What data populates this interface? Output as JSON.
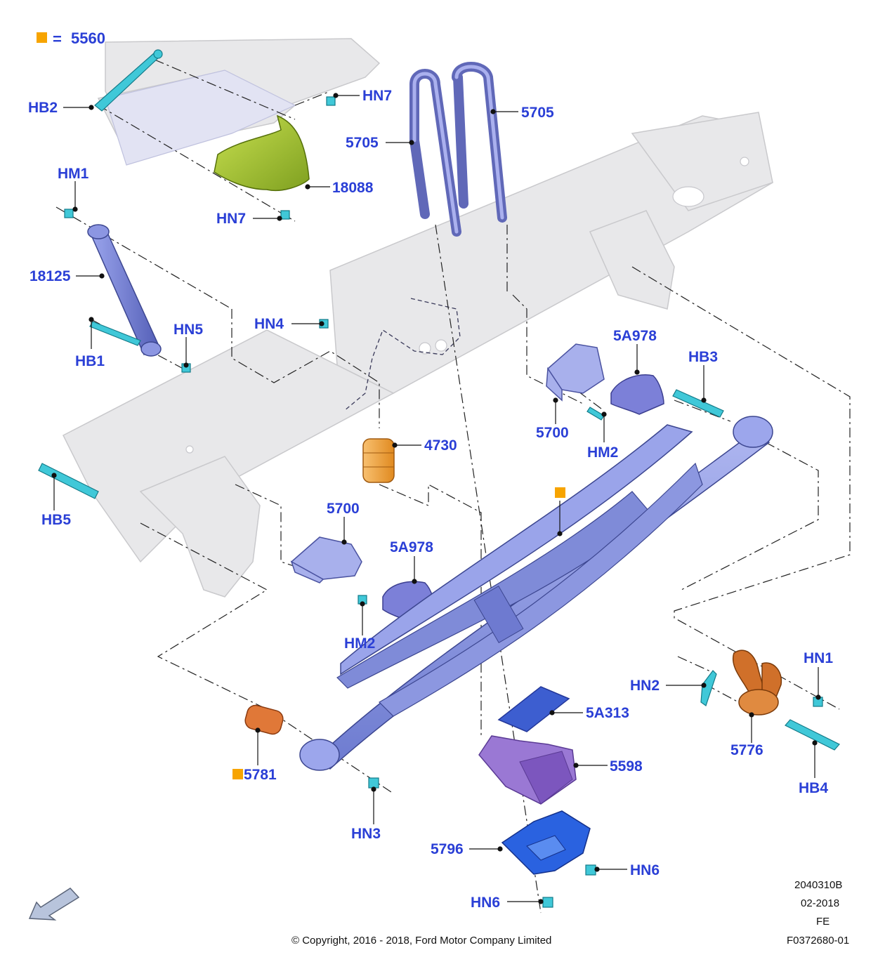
{
  "legend": {
    "symbol": "orange-square",
    "equals": "=",
    "code": "5560"
  },
  "labels": {
    "hb2": "HB2",
    "hn7_top": "HN7",
    "hn7_mid": "HN7",
    "n18088": "18088",
    "hm1": "HM1",
    "n18125": "18125",
    "hb1": "HB1",
    "hn5": "HN5",
    "hn4": "HN4",
    "n5705_left": "5705",
    "n5705_right": "5705",
    "n4730": "4730",
    "n5a978_top": "5A978",
    "hb3": "HB3",
    "n5700_top": "5700",
    "hm2_top": "HM2",
    "hb5": "HB5",
    "n5700_mid": "5700",
    "n5a978_mid": "5A978",
    "hm2_mid": "HM2",
    "hn1": "HN1",
    "hn2": "HN2",
    "n5a313": "5A313",
    "n5776": "5776",
    "n5781": "5781",
    "n5598": "5598",
    "hn3": "HN3",
    "hb4": "HB4",
    "n5796": "5796",
    "hn6_right": "HN6",
    "hn6_bottom": "HN6"
  },
  "footer": {
    "copyright": "© Copyright, 2016 - 2018, Ford Motor Company Limited",
    "drawing_no": "2040310B",
    "date": "02-2018",
    "region": "FE",
    "figure_id": "F0372680-01"
  },
  "colors": {
    "label": "#2a3fd6",
    "frame": "#e4e4e4",
    "spring": "#8a96e0",
    "shock": "#7b88d8",
    "bracket": "#9fa8e8",
    "shield": "#a4c832",
    "bumper": "#f0a040",
    "shackle": "#d0702a",
    "plate": "#9a78d4",
    "clamp": "#2a62e0",
    "fastener": "#40c8d8",
    "legend": "#f7a400"
  },
  "icons": {
    "direction": "arrow-forward-icon"
  }
}
